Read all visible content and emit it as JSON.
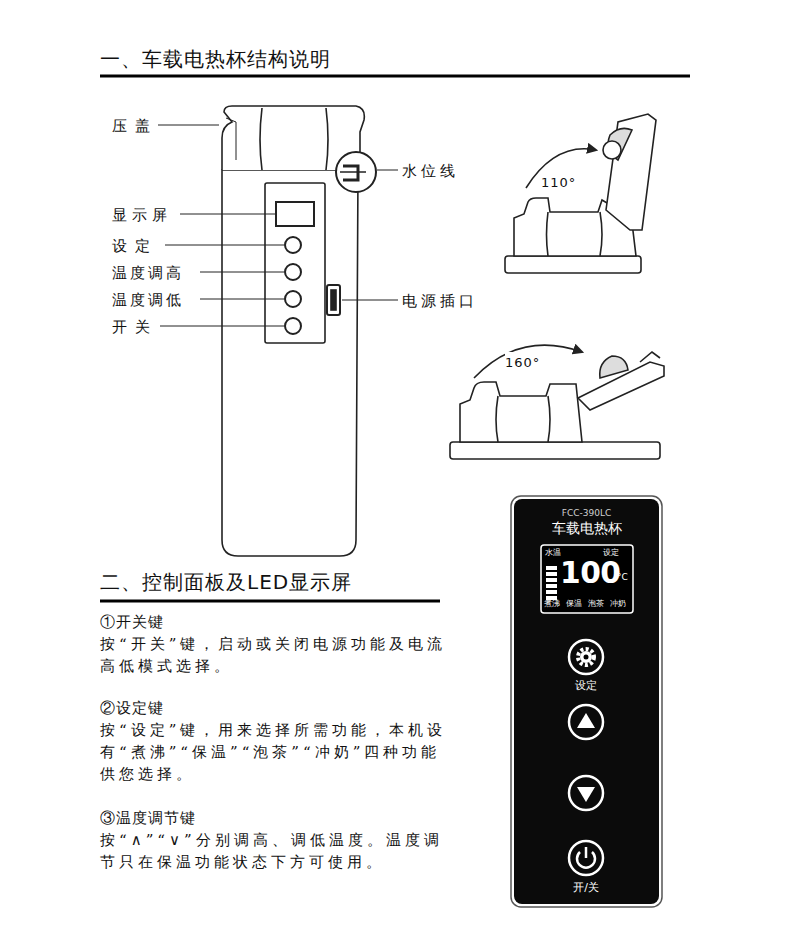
{
  "diagram": {
    "title": "一、车载电热杯结构说明",
    "nodes": [
      {
        "text": [
          "FCC-390LC",
          "车载电热杯"
        ]
      },
      {
        "text": [
          "水温",
          "设定",
          "100",
          "°C",
          "煮沸",
          "保温",
          "泡茶",
          "冲奶"
        ],
        "in": 0
      },
      {
        "text": [
          "设定"
        ],
        "in": 0
      },
      {
        "text": [
          "开/关"
        ],
        "in": 0
      }
    ],
    "labels": [
      "压盖",
      "水位线",
      "显示屏",
      "设定",
      "温度调高",
      "温度调低",
      "开关",
      "电源插口",
      "110°",
      "160°",
      "二、控制面板及LED显示屏",
      "①开关键",
      "按“开关”键，启动或关闭电源功能及电流高低模式选择。",
      "②设定键",
      "按“设定”键，用来选择所需功能，本机设有“煮沸”“保温”“泡茶”“冲奶”四种功能供您选择。",
      "③温度调节键",
      "按“∧”“∨”分别调高、调低温度。温度调节只在保温功能状态下方可使用。"
    ]
  }
}
